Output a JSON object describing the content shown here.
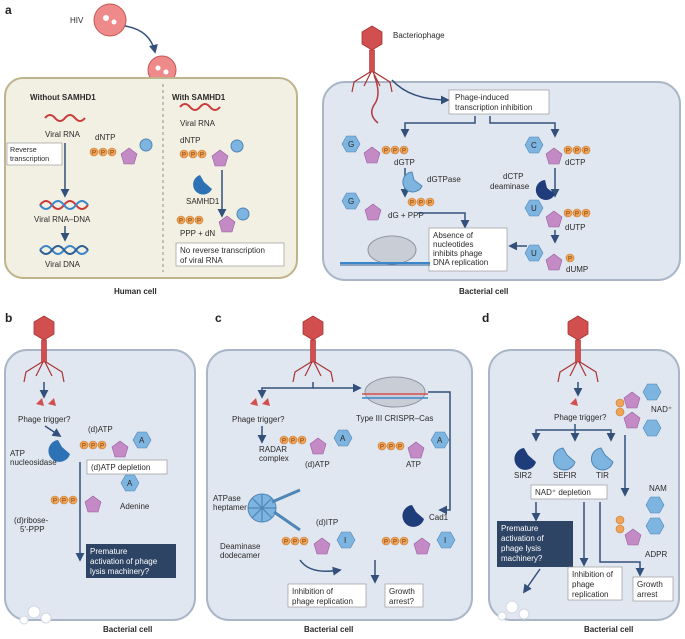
{
  "panel_labels": {
    "a": "a",
    "b": "b",
    "c": "c",
    "d": "d"
  },
  "colors": {
    "human_cell_fill": "#f2f0e3",
    "human_cell_stroke": "#bdb38d",
    "bacterial_cell_fill": "#e1e7f0",
    "bacterial_cell_stroke": "#aab6c8",
    "arrow": "#33507a",
    "phage": "#d24f4f",
    "nucleotide_base": "#7db4e0",
    "sugar": "#c38ac6",
    "phosphate": "#f0a45a",
    "dark_box": "#2e4464"
  },
  "panel_a": {
    "hiv_label": "HIV",
    "without_label": "Without SAMHD1",
    "with_label": "With SAMHD1",
    "viral_rna_left": "Viral RNA",
    "dntp_left": "dNTP",
    "reverse_transcription": [
      "Reverse",
      "transcription"
    ],
    "viral_rna_dna": "Viral RNA–DNA",
    "viral_dna": "Viral DNA",
    "viral_rna_right": "Viral RNA",
    "dntp_right": "dNTP",
    "samhd1": "SAMHD1",
    "ppp_dn": "PPP + dN",
    "no_rt_box": [
      "No reverse transcription",
      "of viral RNA"
    ],
    "human_cell": "Human cell",
    "bacteriophage": "Bacteriophage",
    "phage_inhibition": [
      "Phage-induced",
      "transcription inhibition"
    ],
    "g1": "G",
    "dgtp": "dGTP",
    "dgtpase": "dGTPase",
    "g2": "G",
    "dg_ppp": "dG + PPP",
    "c": "C",
    "dctp": "dCTP",
    "dctp_deaminase": [
      "dCTP",
      "deaminase"
    ],
    "u1": "U",
    "dutp": "dUTP",
    "u2": "U",
    "dump": "dUMP",
    "absence_box": [
      "Absence of",
      "nucleotides",
      "inhibits phage",
      "DNA replication"
    ],
    "bacterial_cell": "Bacterial cell",
    "p": "P"
  },
  "panel_b": {
    "phage_trigger": "Phage trigger?",
    "datp": "(d)ATP",
    "a1": "A",
    "atp_nucleosidase": [
      "ATP",
      "nucleosidase"
    ],
    "datp_depletion": "(d)ATP depletion",
    "a2": "A",
    "dribose": [
      "(d)ribose-",
      "5′-PPP"
    ],
    "adenine": "Adenine",
    "premature_box": [
      "Premature",
      "activation of phage",
      "lysis machinery?"
    ],
    "bacterial_cell": "Bacterial cell"
  },
  "panel_c": {
    "phage_trigger": "Phage trigger?",
    "crispr": "Type III CRISPR–Cas",
    "radar": [
      "RADAR",
      "complex"
    ],
    "datp": "(d)ATP",
    "a1": "A",
    "atp": "ATP",
    "a2": "A",
    "atpase": [
      "ATPase",
      "heptamer"
    ],
    "deaminase": [
      "Deaminase",
      "dodecamer"
    ],
    "ditp": "(d)ITP",
    "i1": "I",
    "cad1": "Cad1",
    "i2": "I",
    "inhibition_box": [
      "Inhibition of",
      "phage replication"
    ],
    "growth_box": [
      "Growth",
      "arrest?"
    ],
    "bacterial_cell": "Bacterial cell"
  },
  "panel_d": {
    "phage_trigger": "Phage trigger?",
    "nad_plus": "NAD⁺",
    "sir2": "SIR2",
    "sefir": "SEFIR",
    "tir": "TIR",
    "nad_depletion": "NAD⁺ depletion",
    "nam": "NAM",
    "adpr": "ADPR",
    "premature_box": [
      "Premature",
      "activation of",
      "phage lysis",
      "machinery?"
    ],
    "inhibition_box": [
      "Inhibition of",
      "phage",
      "replication"
    ],
    "growth_box": [
      "Growth",
      "arrest"
    ],
    "bacterial_cell": "Bacterial cell"
  }
}
